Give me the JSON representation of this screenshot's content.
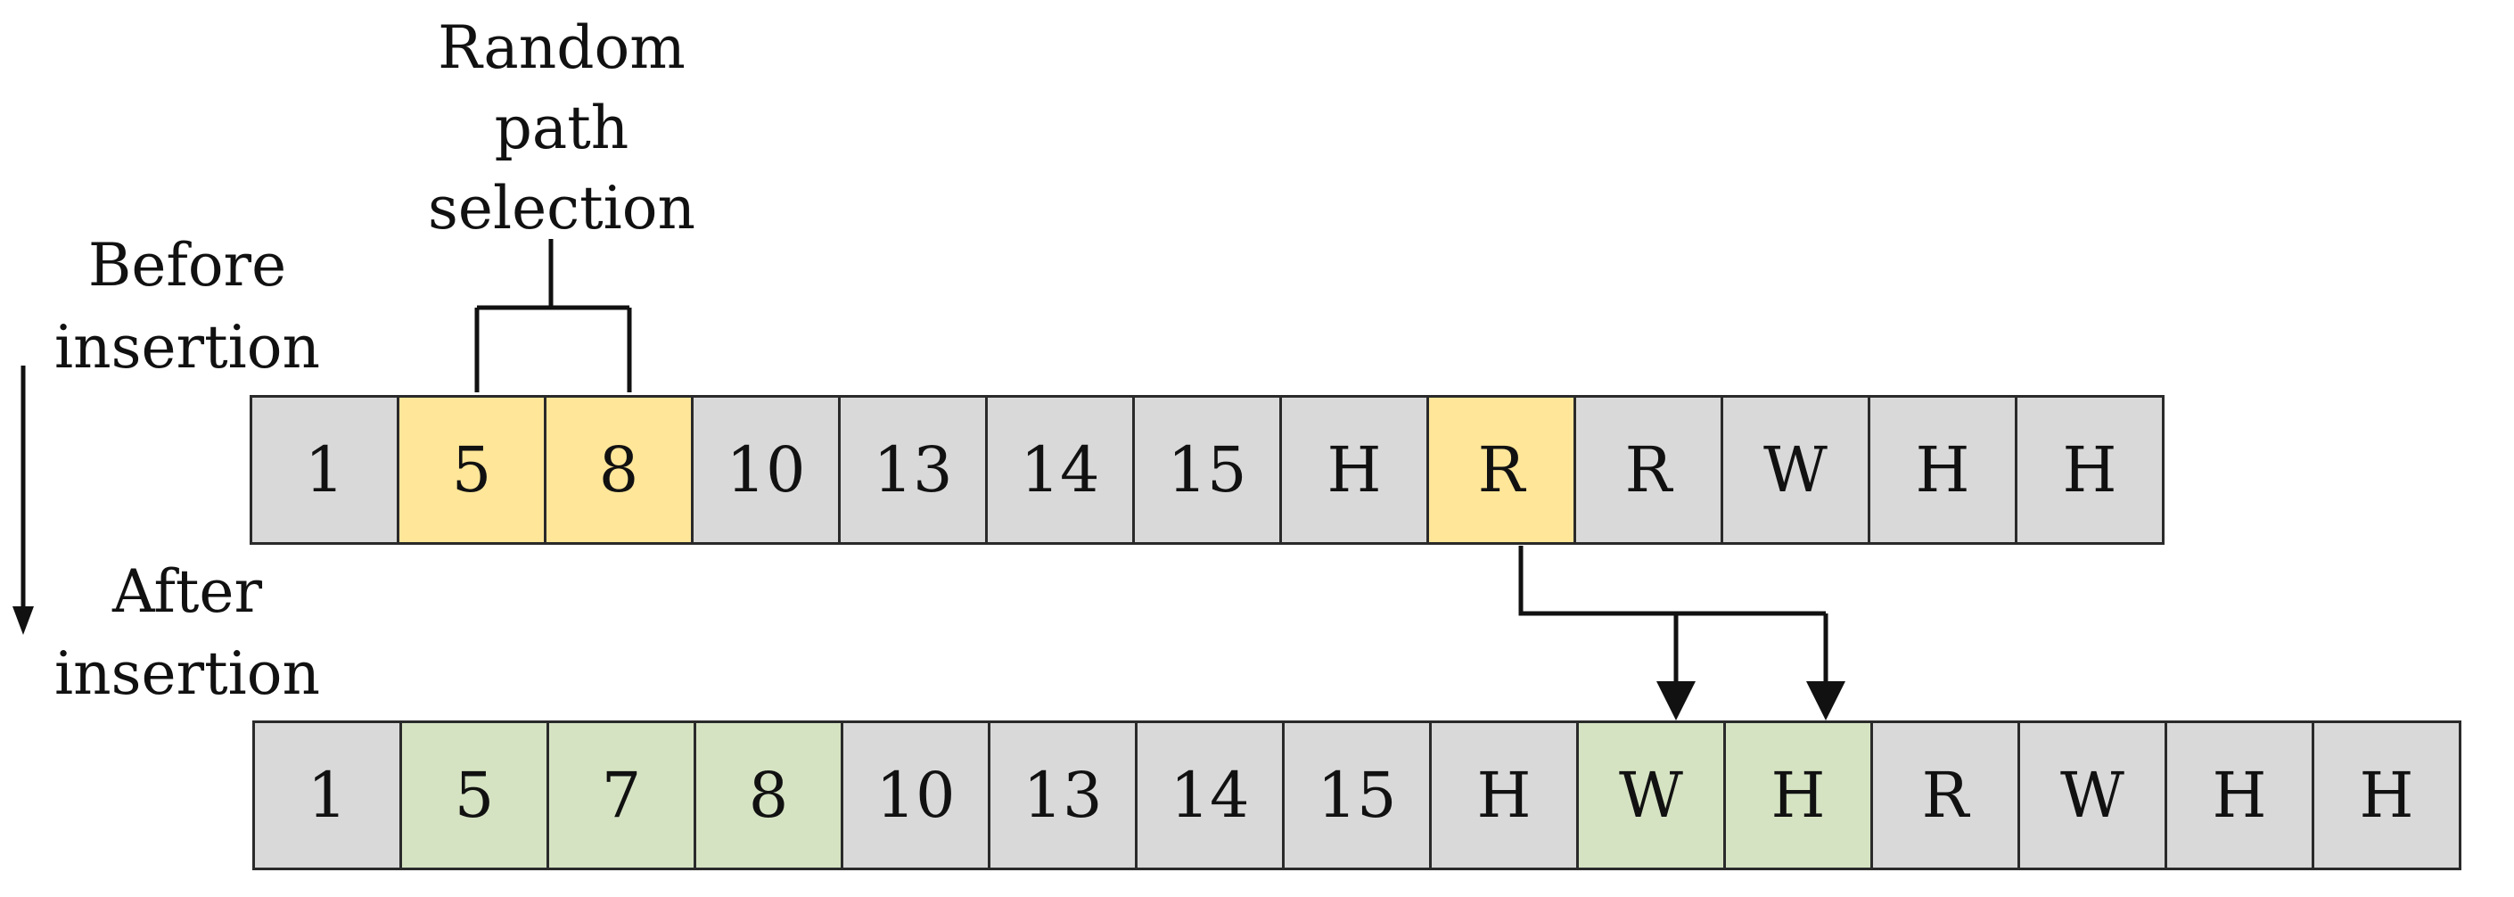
{
  "labels": {
    "random_path_line1": "Random",
    "random_path_line2": "path",
    "random_path_line3": "selection",
    "before_line1": "Before",
    "before_line2": "insertion",
    "after_line1": "After",
    "after_line2": "insertion"
  },
  "before_row": [
    {
      "text": "1",
      "state": "default"
    },
    {
      "text": "5",
      "state": "selected"
    },
    {
      "text": "8",
      "state": "selected"
    },
    {
      "text": "10",
      "state": "default"
    },
    {
      "text": "13",
      "state": "default"
    },
    {
      "text": "14",
      "state": "default"
    },
    {
      "text": "15",
      "state": "default"
    },
    {
      "text": "H",
      "state": "default"
    },
    {
      "text": "R",
      "state": "selected"
    },
    {
      "text": "R",
      "state": "default"
    },
    {
      "text": "W",
      "state": "default"
    },
    {
      "text": "H",
      "state": "default"
    },
    {
      "text": "H",
      "state": "default"
    }
  ],
  "after_row": [
    {
      "text": "1",
      "state": "default"
    },
    {
      "text": "5",
      "state": "inserted"
    },
    {
      "text": "7",
      "state": "inserted"
    },
    {
      "text": "8",
      "state": "inserted"
    },
    {
      "text": "10",
      "state": "default"
    },
    {
      "text": "13",
      "state": "default"
    },
    {
      "text": "14",
      "state": "default"
    },
    {
      "text": "15",
      "state": "default"
    },
    {
      "text": "H",
      "state": "default"
    },
    {
      "text": "W",
      "state": "inserted"
    },
    {
      "text": "H",
      "state": "inserted"
    },
    {
      "text": "R",
      "state": "default"
    },
    {
      "text": "W",
      "state": "default"
    },
    {
      "text": "H",
      "state": "default"
    },
    {
      "text": "H",
      "state": "default"
    }
  ],
  "colors": {
    "default": "#d9d9d9",
    "selected": "#ffe699",
    "inserted": "#d5e3c2"
  }
}
